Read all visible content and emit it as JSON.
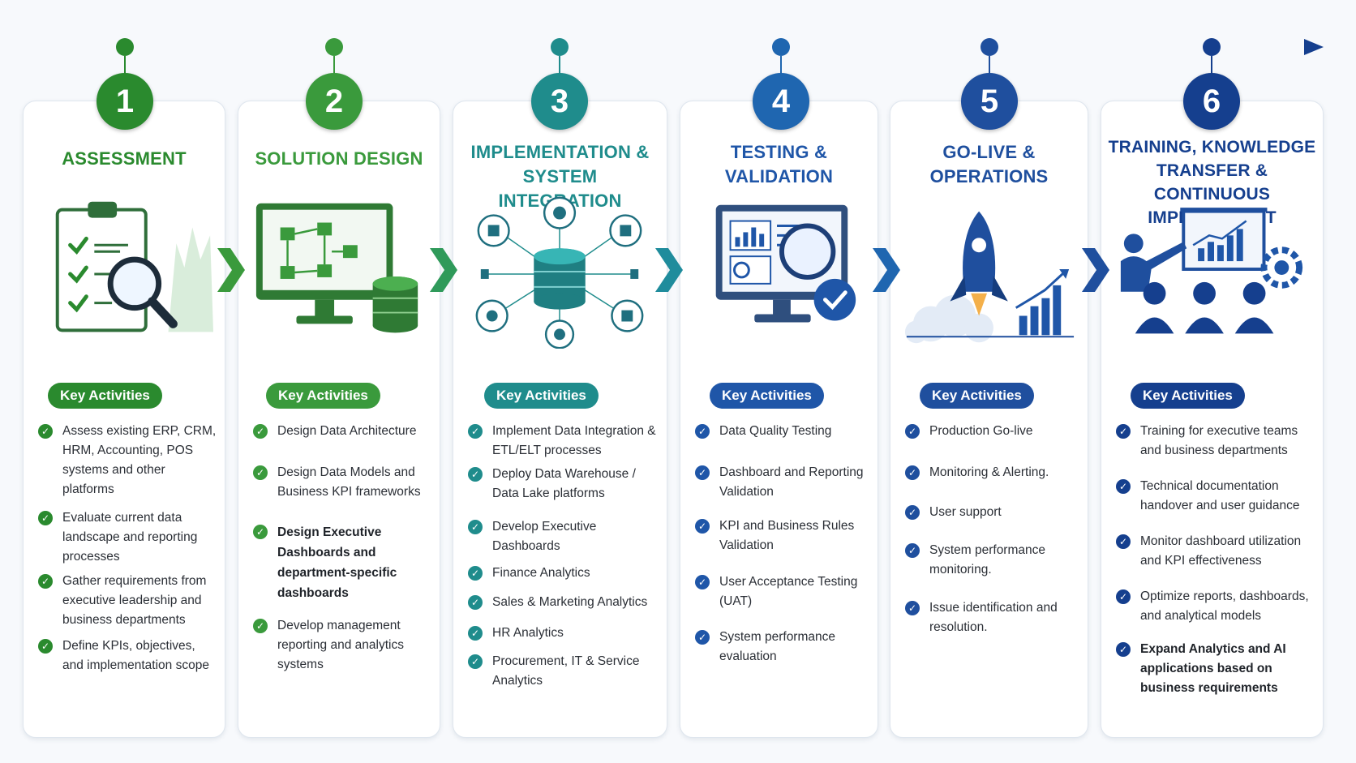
{
  "colors": {
    "green_dark": "#2a8a2e",
    "green": "#3a9a3c",
    "teal": "#1f8c8c",
    "blue": "#1f56a8",
    "navy": "#153f8e",
    "text": "#2b2f36"
  },
  "steps": [
    {
      "number": "1",
      "title_lines": [
        "ASSESSMENT"
      ],
      "color": "#2a8a2e",
      "icon": "clipboard-magnifier-icon",
      "key_label": "Key Activities",
      "activities": [
        {
          "text": "Assess existing ERP, CRM, HRM, Accounting, POS systems and other platforms",
          "bold": false
        },
        {
          "text": "Evaluate current data landscape and reporting processes",
          "bold": false
        },
        {
          "text": "Gather requirements from executive leadership and business departments",
          "bold": false
        },
        {
          "text": "Define KPIs, objectives, and implementation scope",
          "bold": false
        }
      ]
    },
    {
      "number": "2",
      "title_lines": [
        "SOLUTION DESIGN"
      ],
      "color": "#3a9a3c",
      "icon": "monitor-architecture-icon",
      "key_label": "Key Activities",
      "activities": [
        {
          "text": "Design Data Architecture",
          "bold": false
        },
        {
          "text": "Design Data Models and Business KPI frameworks",
          "bold": false
        },
        {
          "text": "Design Executive Dashboards and department-specific dashboards",
          "bold": true
        },
        {
          "text": "Develop management reporting and analytics systems",
          "bold": false
        }
      ]
    },
    {
      "number": "3",
      "title_lines": [
        "IMPLEMENTATION &",
        "SYSTEM INTEGRATION"
      ],
      "color": "#1f8c8c",
      "icon": "database-integration-icon",
      "key_label": "Key Activities",
      "activities": [
        {
          "text": "Implement Data Integration & ETL/ELT processes",
          "bold": false
        },
        {
          "text": "Deploy Data Warehouse / Data Lake platforms",
          "bold": false
        },
        {
          "text": "Develop Executive Dashboards",
          "bold": false
        },
        {
          "text": "Finance Analytics",
          "bold": false
        },
        {
          "text": "Sales & Marketing Analytics",
          "bold": false
        },
        {
          "text": "HR Analytics",
          "bold": false
        },
        {
          "text": "Procurement, IT & Service Analytics",
          "bold": false
        }
      ]
    },
    {
      "number": "4",
      "title_lines": [
        "TESTING &",
        "VALIDATION"
      ],
      "color": "#1f56a8",
      "icon": "monitor-validation-icon",
      "key_label": "Key Activities",
      "activities": [
        {
          "text": "Data Quality Testing",
          "bold": false
        },
        {
          "text": "Dashboard and Reporting Validation",
          "bold": false
        },
        {
          "text": "KPI and Business Rules Validation",
          "bold": false
        },
        {
          "text": "User Acceptance Testing (UAT)",
          "bold": false
        },
        {
          "text": "System performance evaluation",
          "bold": false
        }
      ]
    },
    {
      "number": "5",
      "title_lines": [
        "GO-LIVE &",
        "OPERATIONS"
      ],
      "color": "#1f4f9e",
      "icon": "rocket-launch-icon",
      "key_label": "Key Activities",
      "activities": [
        {
          "text": "Production Go-live",
          "bold": false
        },
        {
          "text": "Monitoring & Alerting.",
          "bold": false
        },
        {
          "text": "User support",
          "bold": false
        },
        {
          "text": "System performance monitoring.",
          "bold": false
        },
        {
          "text": "Issue identification and resolution.",
          "bold": false
        }
      ]
    },
    {
      "number": "6",
      "title_lines": [
        "TRAINING, KNOWLEDGE",
        "TRANSFER & CONTINUOUS",
        "IMPROVEMENT"
      ],
      "color": "#153f8e",
      "icon": "training-presentation-icon",
      "key_label": "Key Activities",
      "activities": [
        {
          "text": "Training for executive teams and business departments",
          "bold": false
        },
        {
          "text": "Technical documentation handover and user guidance",
          "bold": false
        },
        {
          "text": "Monitor dashboard utilization and KPI effectiveness",
          "bold": false
        },
        {
          "text": "Optimize reports, dashboards, and analytical models",
          "bold": false
        },
        {
          "text": "Expand Analytics and AI applications based on business requirements",
          "bold": true
        }
      ]
    }
  ]
}
